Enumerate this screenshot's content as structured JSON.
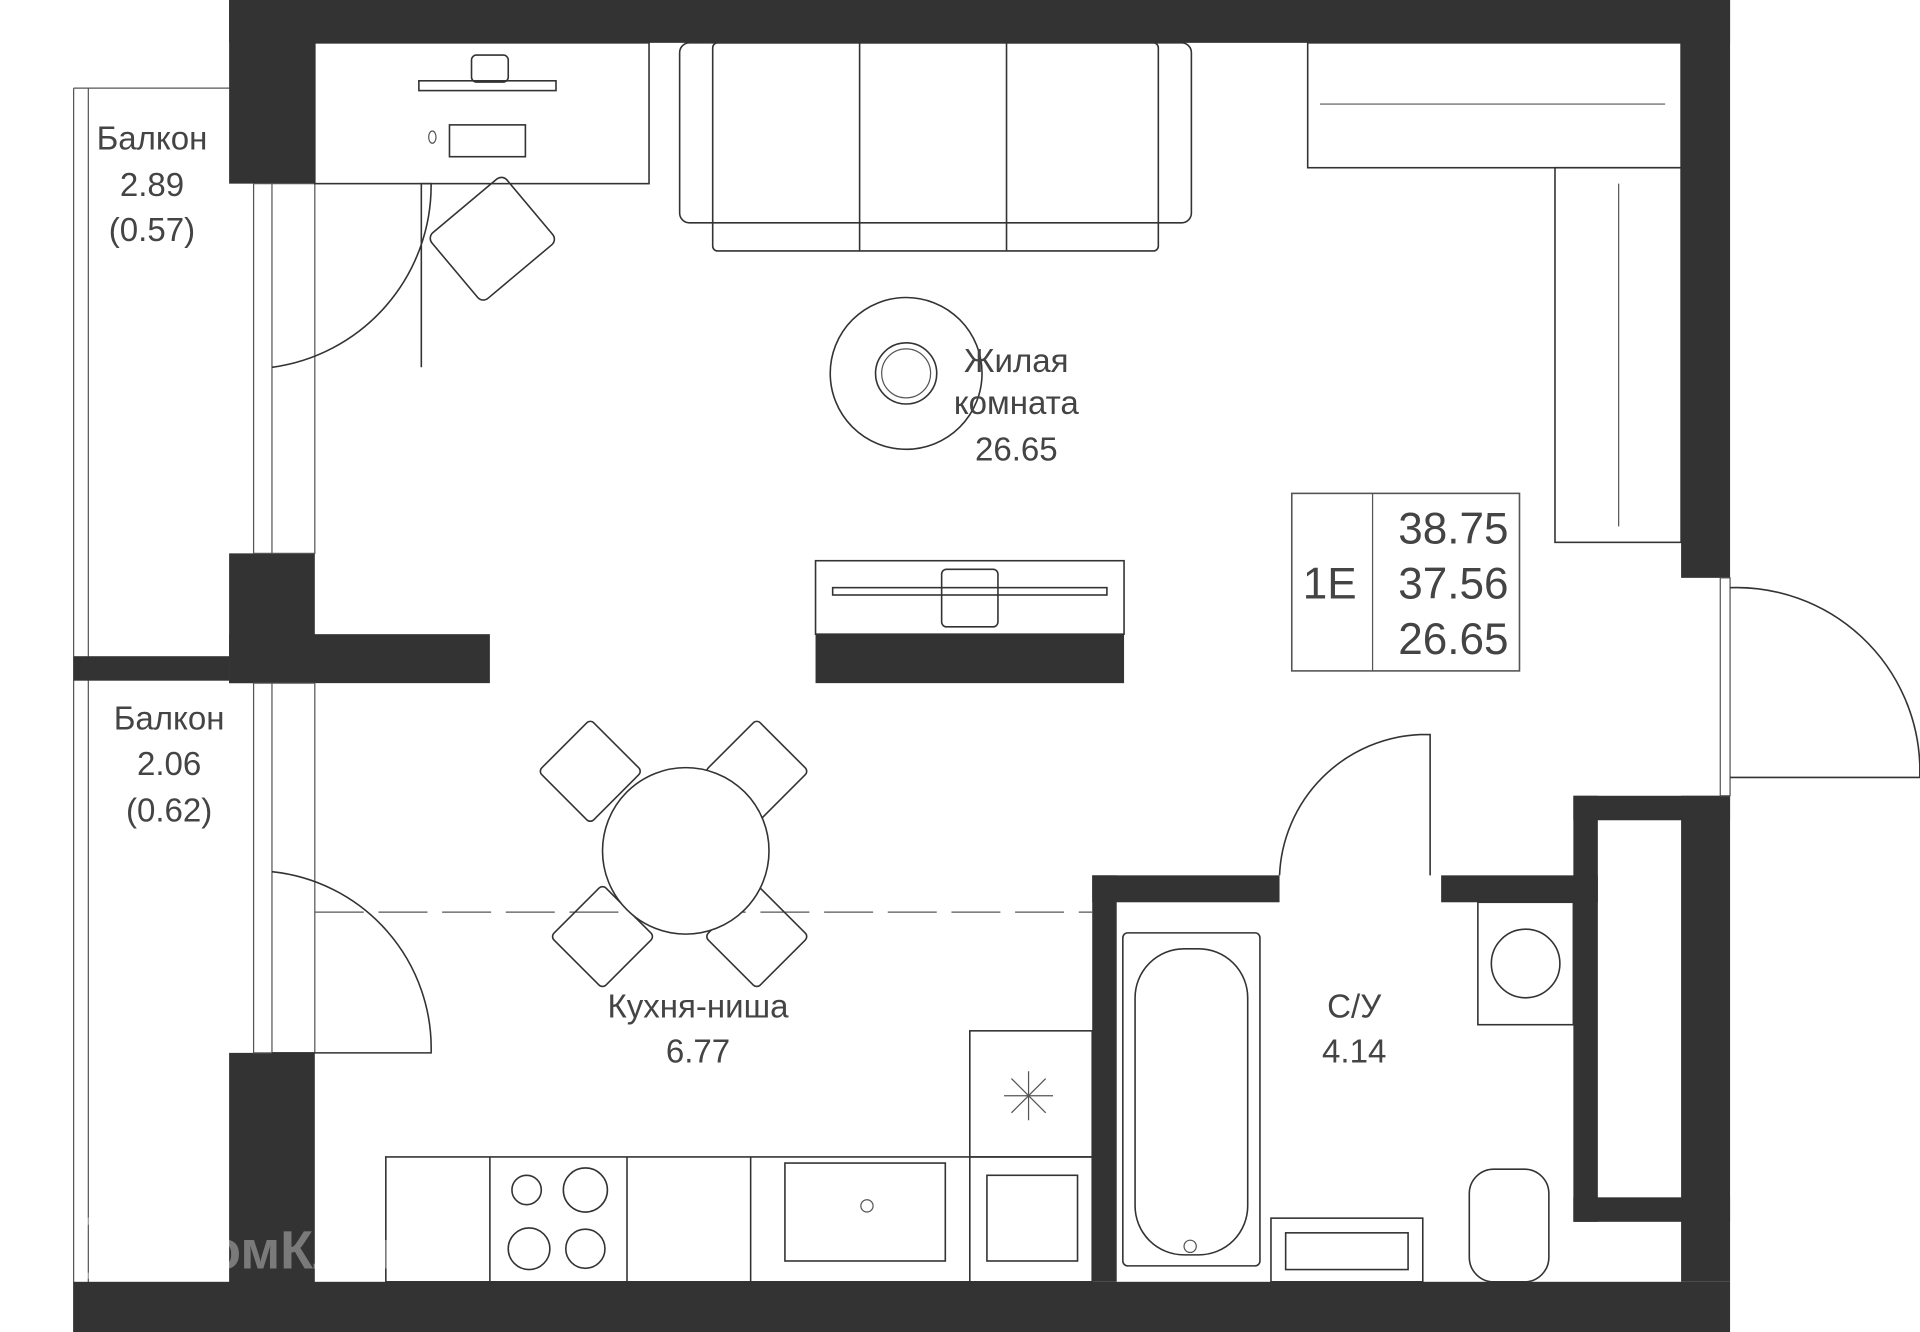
{
  "rooms": {
    "balcony_top": {
      "name": "Балкон",
      "area": "2.89",
      "reduced": "(0.57)"
    },
    "balcony_bottom": {
      "name": "Балкон",
      "area": "2.06",
      "reduced": "(0.62)"
    },
    "living": {
      "name_line1": "Жилая",
      "name_line2": "комната",
      "area": "26.65"
    },
    "kitchen": {
      "name": "Кухня-ниша",
      "area": "6.77"
    },
    "bathroom": {
      "name": "С/У",
      "area": "4.14"
    }
  },
  "info_box": {
    "type": "1E",
    "total_area": "38.75",
    "area_without_balcony": "37.56",
    "living_area": "26.65"
  },
  "watermark": "ДомКлик",
  "colors": {
    "wall": "#333333",
    "background": "#ffffff"
  }
}
